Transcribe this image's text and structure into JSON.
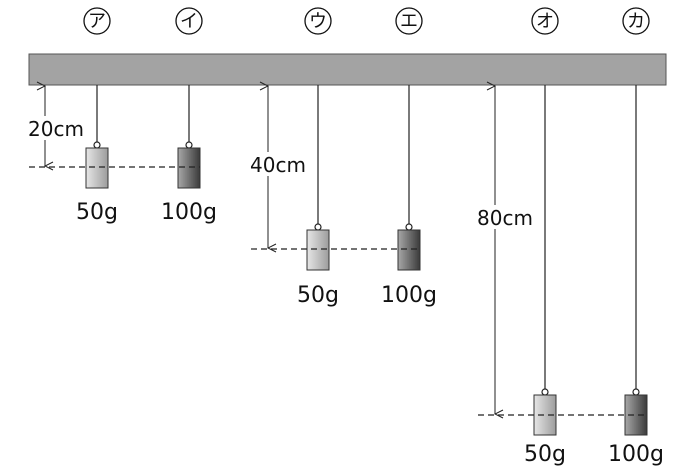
{
  "pendulums": [
    {
      "id": "a",
      "mark": "ア",
      "mass_label": "50g",
      "weight_type": "light"
    },
    {
      "id": "i",
      "mark": "イ",
      "mass_label": "100g",
      "weight_type": "heavy"
    },
    {
      "id": "u",
      "mark": "ウ",
      "mass_label": "50g",
      "weight_type": "light"
    },
    {
      "id": "e",
      "mark": "エ",
      "mass_label": "100g",
      "weight_type": "heavy"
    },
    {
      "id": "o",
      "mark": "オ",
      "mass_label": "50g",
      "weight_type": "light"
    },
    {
      "id": "ka",
      "mark": "カ",
      "mass_label": "100g",
      "weight_type": "heavy"
    }
  ],
  "lengths": [
    {
      "label": "20cm",
      "value": 20
    },
    {
      "label": "40cm",
      "value": 40
    },
    {
      "label": "80cm",
      "value": 80
    }
  ],
  "colors": {
    "beam_fill": "#a3a3a3",
    "beam_stroke": "#555555",
    "light_weight": "#c9c9c9",
    "heavy_weight": "#5a5a5a",
    "line": "#222222"
  }
}
